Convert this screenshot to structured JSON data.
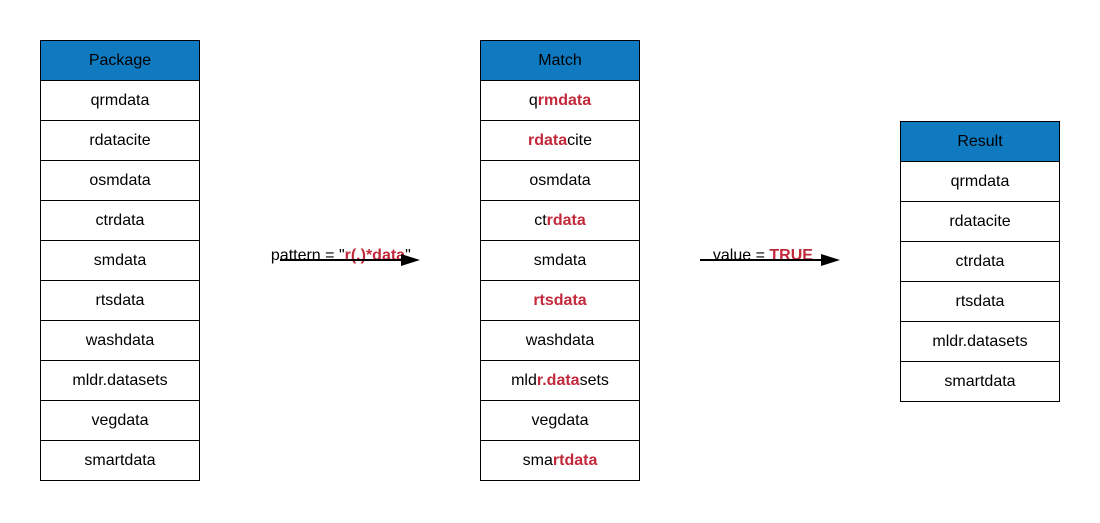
{
  "colors": {
    "header_bg": "#0f7ac0",
    "highlight": "#c22a3b",
    "border": "#000000"
  },
  "package_table": {
    "header": "Package",
    "rows": [
      "qrmdata",
      "rdatacite",
      "osmdata",
      "ctrdata",
      "smdata",
      "rtsdata",
      "washdata",
      "mldr.datasets",
      "vegdata",
      "smartdata"
    ]
  },
  "pattern_label": {
    "prefix": "pattern = \"",
    "pattern": "r(.)*data",
    "suffix": "\""
  },
  "match_table": {
    "header": "Match",
    "rows": [
      {
        "pre": "q",
        "match": "rmdata",
        "post": ""
      },
      {
        "pre": "",
        "match": "rdata",
        "post": "cite"
      },
      {
        "pre": "osmdata",
        "match": "",
        "post": ""
      },
      {
        "pre": "ct",
        "match": "rdata",
        "post": ""
      },
      {
        "pre": "smdata",
        "match": "",
        "post": ""
      },
      {
        "pre": "",
        "match": "rtsdata",
        "post": ""
      },
      {
        "pre": "washdata",
        "match": "",
        "post": ""
      },
      {
        "pre": "mld",
        "match": "r.data",
        "post": "sets"
      },
      {
        "pre": "vegdata",
        "match": "",
        "post": ""
      },
      {
        "pre": "sma",
        "match": "rtdata",
        "post": ""
      }
    ]
  },
  "value_label": {
    "prefix": "value = ",
    "value": "TRUE"
  },
  "result_table": {
    "header": "Result",
    "rows": [
      "qrmdata",
      "rdatacite",
      "ctrdata",
      "rtsdata",
      "mldr.datasets",
      "smartdata"
    ]
  }
}
